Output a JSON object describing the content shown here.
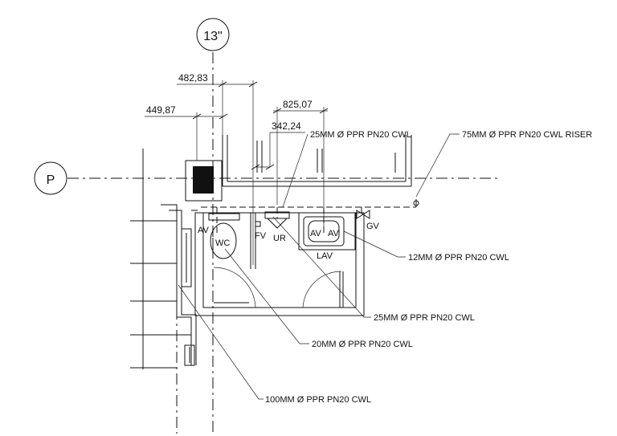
{
  "grid": {
    "vertical_bubble": "13\"",
    "horizontal_bubble": "P"
  },
  "dimensions": {
    "d1": "482,83",
    "d2": "449,87",
    "d3": "825,07",
    "d4": "342,24"
  },
  "fixtures": {
    "wc": "WC",
    "ur": "UR",
    "fv": "FV",
    "lav": "LAV",
    "av_wc": "AV",
    "av_lav_1": "AV",
    "av_lav_2": "AV",
    "gv": "GV"
  },
  "pipe_labels": {
    "riser": "75MM Ø PPR PN20 CWL RISER",
    "ur_supply": "25MM Ø PPR PN20 CWL",
    "lav_supply": "12MM Ø PPR PN20 CWL",
    "branch_25": "25MM Ø PPR PN20 CWL",
    "wc_supply": "20MM Ø PPR PN20 CWL",
    "main_100": "100MM Ø PPR PN20 CWL"
  }
}
